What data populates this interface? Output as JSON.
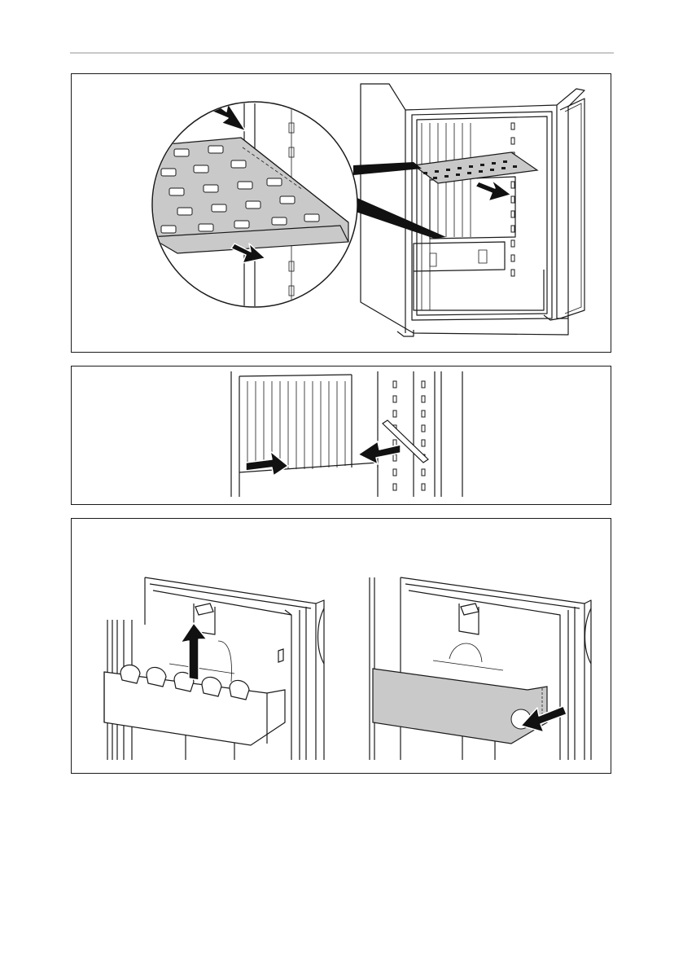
{
  "document": {
    "figures": [
      {
        "id": "shelf-removal",
        "arrows": [
          "push-up",
          "pull-out"
        ]
      },
      {
        "id": "drawer-cover-removal",
        "arrows": [
          "squeeze-left",
          "squeeze-right"
        ]
      },
      {
        "id": "door-rack-removal",
        "arrows": [
          "lift-up",
          "pull-out"
        ]
      }
    ],
    "colors": {
      "line": "#1a1a1a",
      "highlight": "#c9c9c9",
      "header_rule": "#c8c8c8"
    }
  }
}
